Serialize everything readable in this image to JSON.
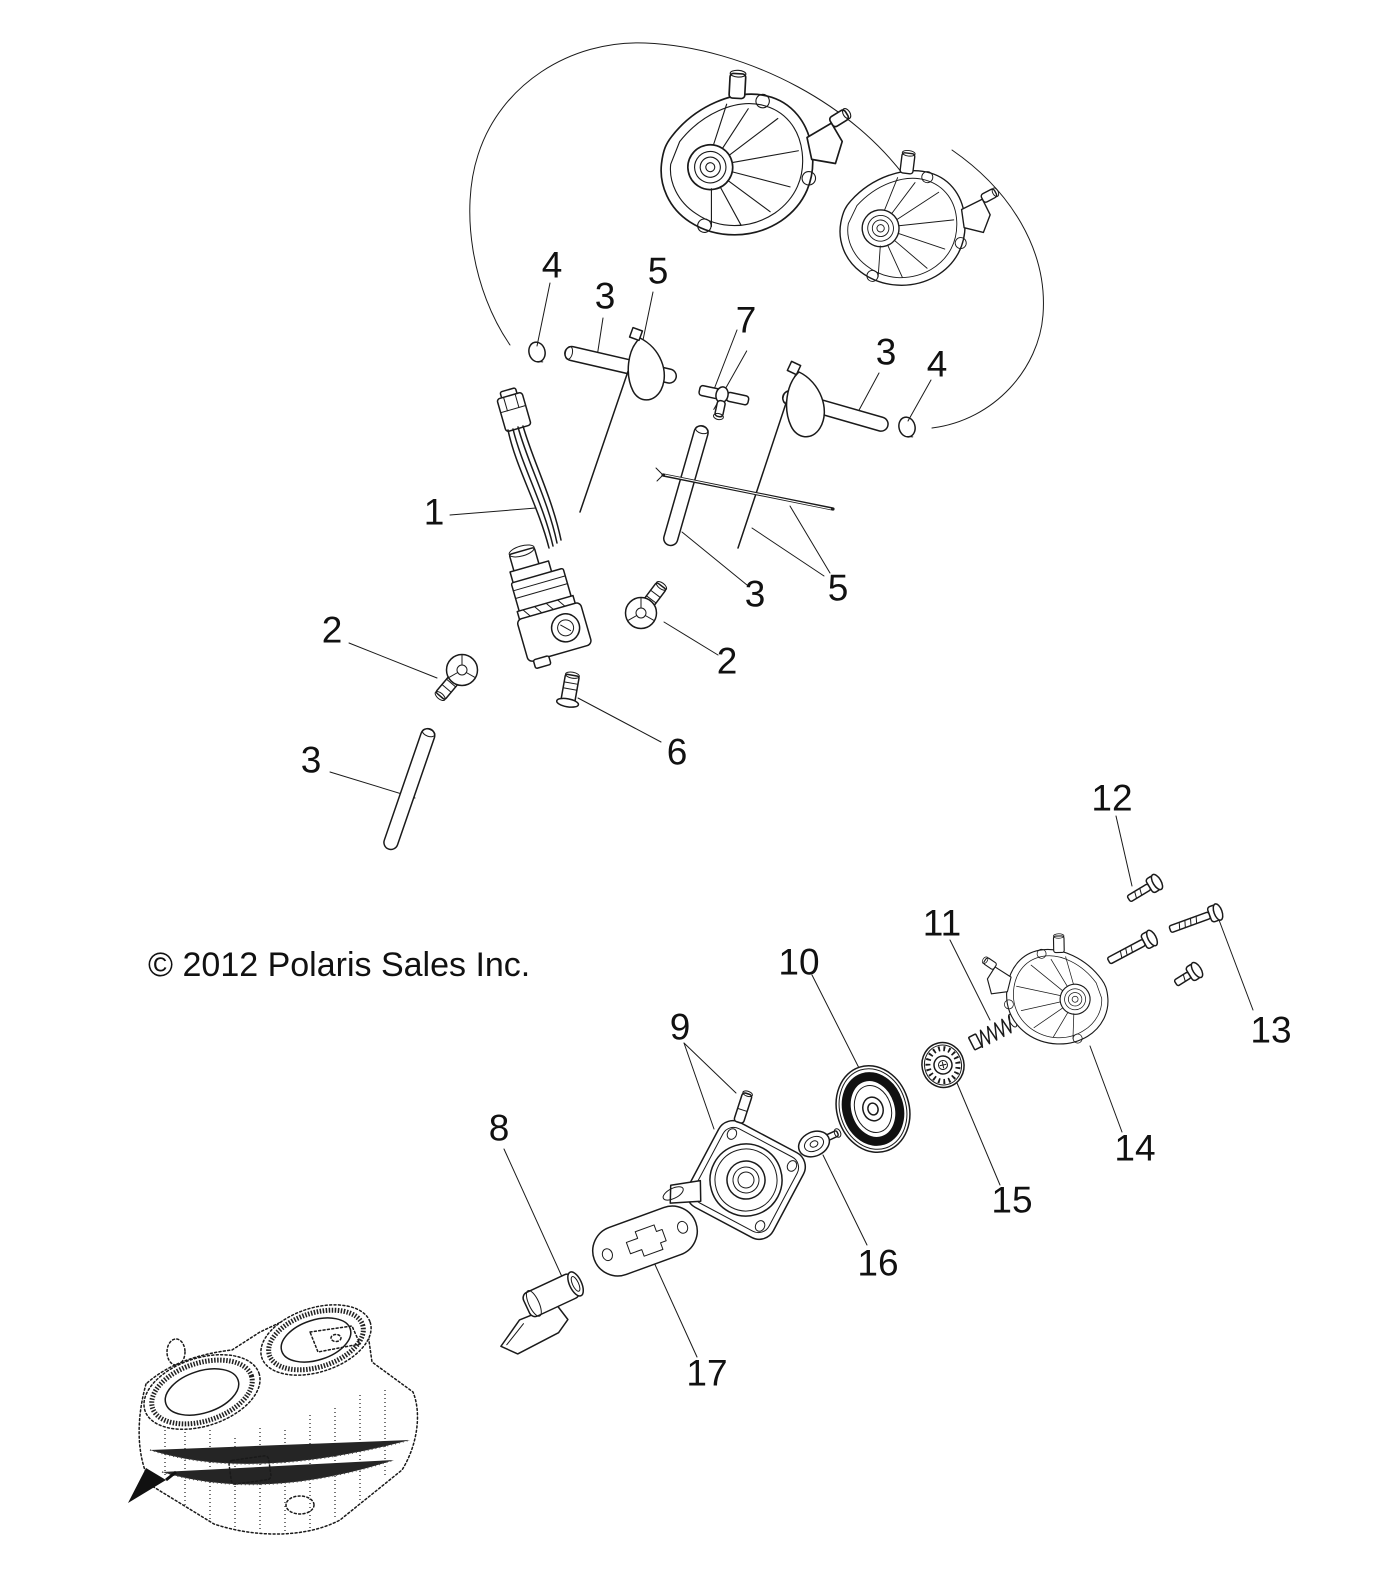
{
  "diagram": {
    "copyright": "© 2012 Polaris Sales Inc.",
    "callouts": [
      {
        "text": "1"
      },
      {
        "text": "2"
      },
      {
        "text": "2"
      },
      {
        "text": "3"
      },
      {
        "text": "3"
      },
      {
        "text": "3"
      },
      {
        "text": "3"
      },
      {
        "text": "4"
      },
      {
        "text": "4"
      },
      {
        "text": "5"
      },
      {
        "text": "5"
      },
      {
        "text": "6"
      },
      {
        "text": "7"
      },
      {
        "text": "8"
      },
      {
        "text": "9"
      },
      {
        "text": "10"
      },
      {
        "text": "11"
      },
      {
        "text": "12"
      },
      {
        "text": "13"
      },
      {
        "text": "14"
      },
      {
        "text": "15"
      },
      {
        "text": "16"
      },
      {
        "text": "17"
      }
    ]
  },
  "colors": {
    "line": "#1a1a1a",
    "background": "#ffffff",
    "text": "#111111"
  }
}
